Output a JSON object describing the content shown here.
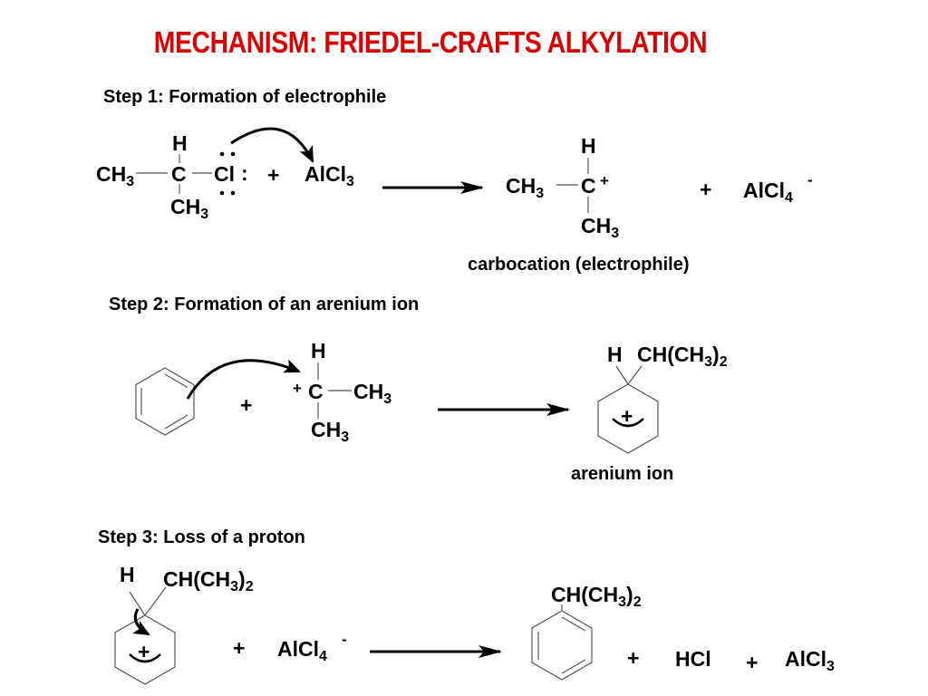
{
  "title": "MECHANISM: FRIEDEL-CRAFTS ALKYLATION",
  "step1": {
    "label": "Step 1: Formation of electrophile",
    "reactant": {
      "h": "H",
      "ch3_left": "CH3",
      "c": "C",
      "cl": "Cl",
      "colon": ":",
      "ch3_bottom": "CH3"
    },
    "plus": "+",
    "reagent": "AlCl3",
    "product": {
      "h": "H",
      "ch3_left": "CH3",
      "c": "C",
      "charge": "+",
      "ch3_bottom": "CH3"
    },
    "plus2": "+",
    "byproduct": "AlCl4",
    "byproduct_charge": "-",
    "caption": "carbocation (electrophile)"
  },
  "step2": {
    "label": "Step 2: Formation of an arenium ion",
    "plus": "+",
    "cation": {
      "charge": "+",
      "c": "C",
      "ch3_right": "CH3",
      "h": "H",
      "ch3_bottom": "CH3"
    },
    "product": {
      "h": "H",
      "substituent": "CH(CH3)2",
      "ring_charge": "+"
    },
    "caption": "arenium ion"
  },
  "step3": {
    "label": "Step 3: Loss of a proton",
    "reactant": {
      "h": "H",
      "substituent": "CH(CH3)2",
      "ring_charge": "+"
    },
    "plus": "+",
    "base": "AlCl4",
    "base_charge": "-",
    "product": {
      "substituent": "CH(CH3)2"
    },
    "plus2": "+",
    "hcl": "HCl",
    "plus3": "+",
    "catalyst": "AlCl3"
  }
}
